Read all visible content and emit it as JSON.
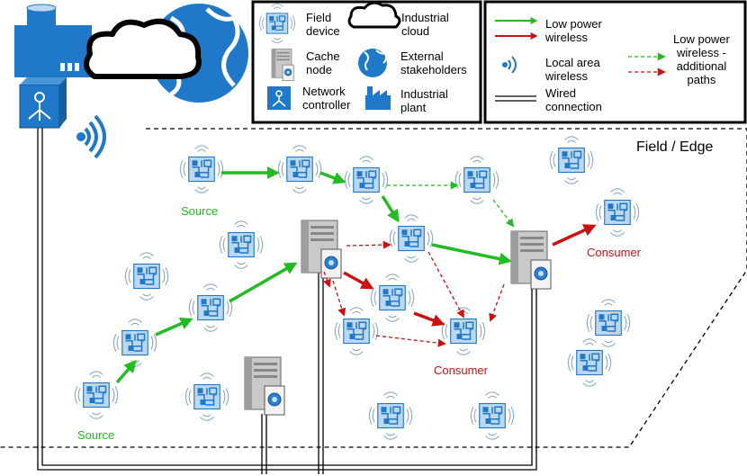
{
  "legend": {
    "field_device": "Field\ndevice",
    "cache_node": "Cache\nnode",
    "network_controller": "Network\ncontroller",
    "industrial_cloud": "Industrial\ncloud",
    "external_stakeholders": "External\nstakeholders",
    "industrial_plant": "Industrial\nplant",
    "low_power_wireless": "Low power\nwireless",
    "local_area_wireless": "Local area\nwireless",
    "wired_connection": "Wired\nconnection",
    "additional_paths": "Low power\nwireless -\nadditional\npaths"
  },
  "region": {
    "label": "Field / Edge"
  },
  "nodes": {
    "source_top": "Source",
    "source_bottom": "Source",
    "consumer_right": "Consumer",
    "consumer_middle": "Consumer"
  },
  "colors": {
    "green": "#22bb22",
    "red": "#cc1111",
    "icon_blue": "#1f78c8",
    "icon_light": "#bcd8f0"
  }
}
